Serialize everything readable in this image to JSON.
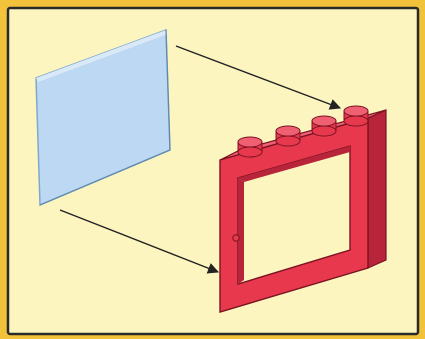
{
  "diagram": {
    "panel_color": "#fdf5c0",
    "border_color": "#2a2a2a",
    "outer_color": "#f2c23a",
    "glass_color": "#bcd8f2",
    "glass_edge_color": "#7fa8cc",
    "frame_color": "#e8384d",
    "frame_shadow_color": "#b8243a",
    "arrow_color": "#222222",
    "parts": [
      {
        "name": "window-glass-pane"
      },
      {
        "name": "window-frame-1x4x3"
      }
    ],
    "connections": [
      {
        "from": "window-glass-pane",
        "to": "window-frame-1x4x3",
        "count": 2
      }
    ]
  }
}
